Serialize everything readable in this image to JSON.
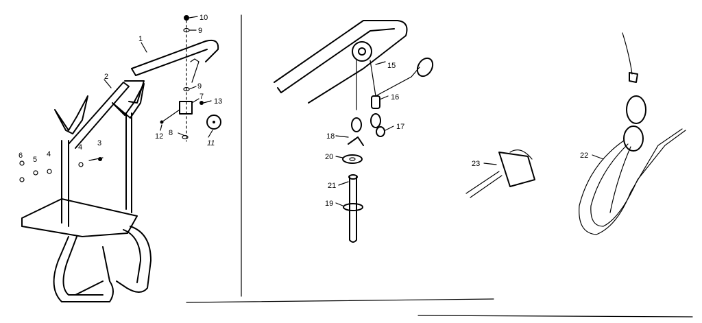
{
  "callouts": {
    "c1": "1",
    "c2": "2",
    "c3": "3",
    "c4a": "4",
    "c4b": "4",
    "c5": "5",
    "c6": "6",
    "c7": "7",
    "c8": "8",
    "c9a": "9",
    "c9b": "9",
    "c10": "10",
    "c11": "11",
    "c12": "12",
    "c13": "13",
    "c15": "15",
    "c16": "16",
    "c17": "17",
    "c18": "18",
    "c19": "19",
    "c20": "20",
    "c21": "21",
    "c22": "22",
    "c23": "23"
  },
  "colors": {
    "line": "#000000",
    "background": "#ffffff"
  }
}
